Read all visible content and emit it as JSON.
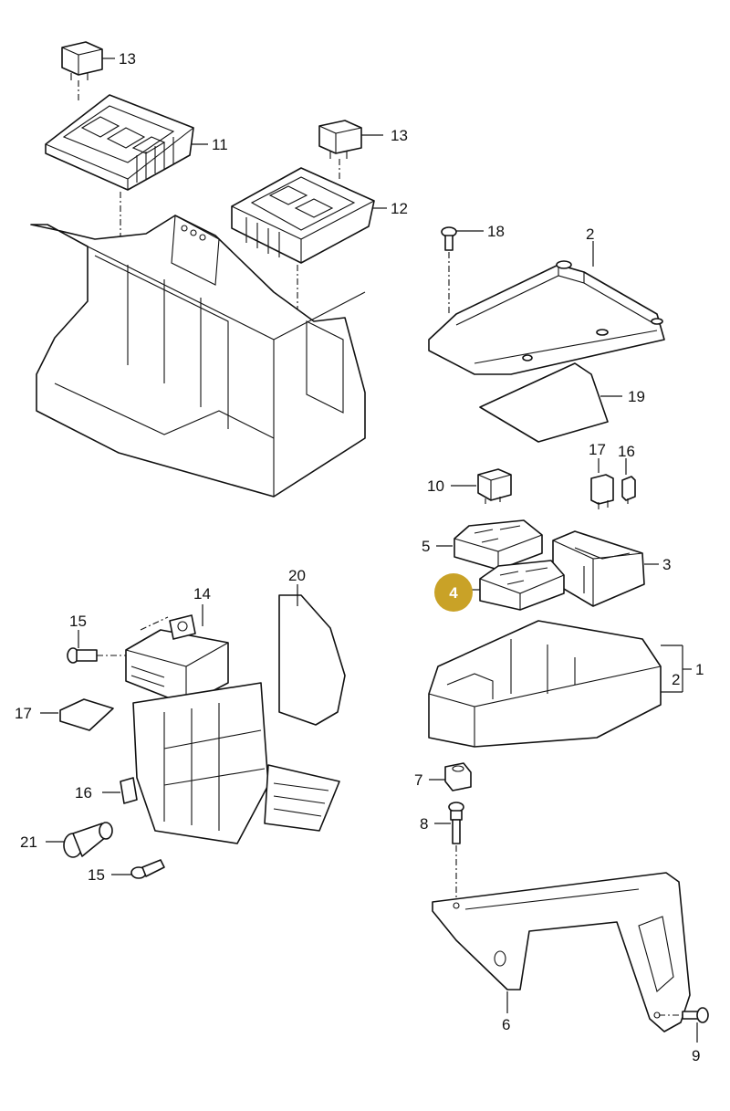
{
  "callouts": [
    {
      "id": "13a",
      "text": "13"
    },
    {
      "id": "11",
      "text": "11"
    },
    {
      "id": "13b",
      "text": "13"
    },
    {
      "id": "12",
      "text": "12"
    },
    {
      "id": "18",
      "text": "18"
    },
    {
      "id": "2a",
      "text": "2"
    },
    {
      "id": "19",
      "text": "19"
    },
    {
      "id": "17a",
      "text": "17"
    },
    {
      "id": "16a",
      "text": "16"
    },
    {
      "id": "10",
      "text": "10"
    },
    {
      "id": "5",
      "text": "5"
    },
    {
      "id": "3",
      "text": "3"
    },
    {
      "id": "4",
      "text": "4"
    },
    {
      "id": "20",
      "text": "20"
    },
    {
      "id": "14",
      "text": "14"
    },
    {
      "id": "15a",
      "text": "15"
    },
    {
      "id": "17b",
      "text": "17"
    },
    {
      "id": "16b",
      "text": "16"
    },
    {
      "id": "21",
      "text": "21"
    },
    {
      "id": "15b",
      "text": "15"
    },
    {
      "id": "2b",
      "text": "2"
    },
    {
      "id": "1",
      "text": "1"
    },
    {
      "id": "7",
      "text": "7"
    },
    {
      "id": "8",
      "text": "8"
    },
    {
      "id": "6",
      "text": "6"
    },
    {
      "id": "9",
      "text": "9"
    }
  ],
  "highlight": {
    "text": "4",
    "color": "#c9a227"
  },
  "colors": {
    "line": "#111111",
    "background": "#ffffff"
  }
}
